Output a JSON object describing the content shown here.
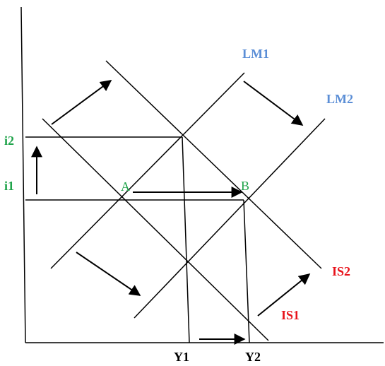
{
  "labels": {
    "lm1": "LM1",
    "lm2": "LM2",
    "is1": "IS1",
    "is2": "IS2",
    "i1": "i1",
    "i2": "i2",
    "y1": "Y1",
    "y2": "Y2",
    "point_a": "A",
    "point_b": "B"
  },
  "colors": {
    "lm": "#5b8ed6",
    "is": "#e8131b",
    "interest": "#1fa34a",
    "point": "#1fa34a",
    "axis": "#000000"
  }
}
